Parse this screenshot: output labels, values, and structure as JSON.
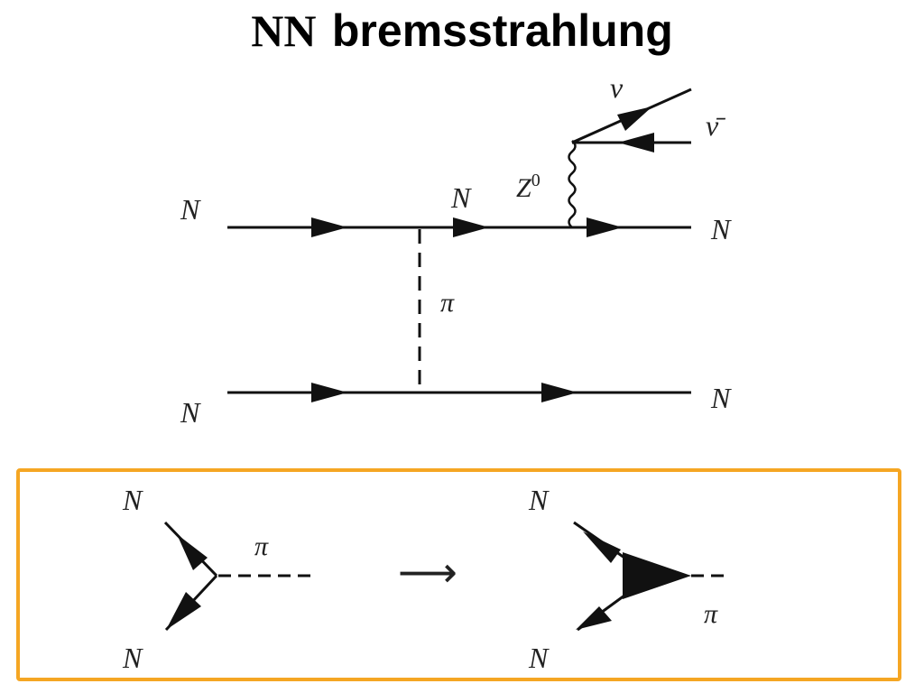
{
  "title": {
    "part1": "NN",
    "part2": "bremsstrahlung"
  },
  "main_diagram": {
    "labels": {
      "nucleon_in_top": "N",
      "nucleon_mid_top": "N",
      "nucleon_out_top": "N",
      "nucleon_in_bottom": "N",
      "nucleon_out_bottom": "N",
      "pion": "π",
      "z_boson": "Z",
      "z_boson_superscript": "0",
      "neutrino": "ν",
      "antineutrino": "ν̄"
    }
  },
  "inset": {
    "border_color": "#f5a623",
    "left_vertex": {
      "nucleon_in": "N",
      "nucleon_out": "N",
      "pion": "π"
    },
    "arrow_glyph": "⟶",
    "right_vertex": {
      "nucleon_in": "N",
      "nucleon_out": "N",
      "pion": "π"
    }
  }
}
